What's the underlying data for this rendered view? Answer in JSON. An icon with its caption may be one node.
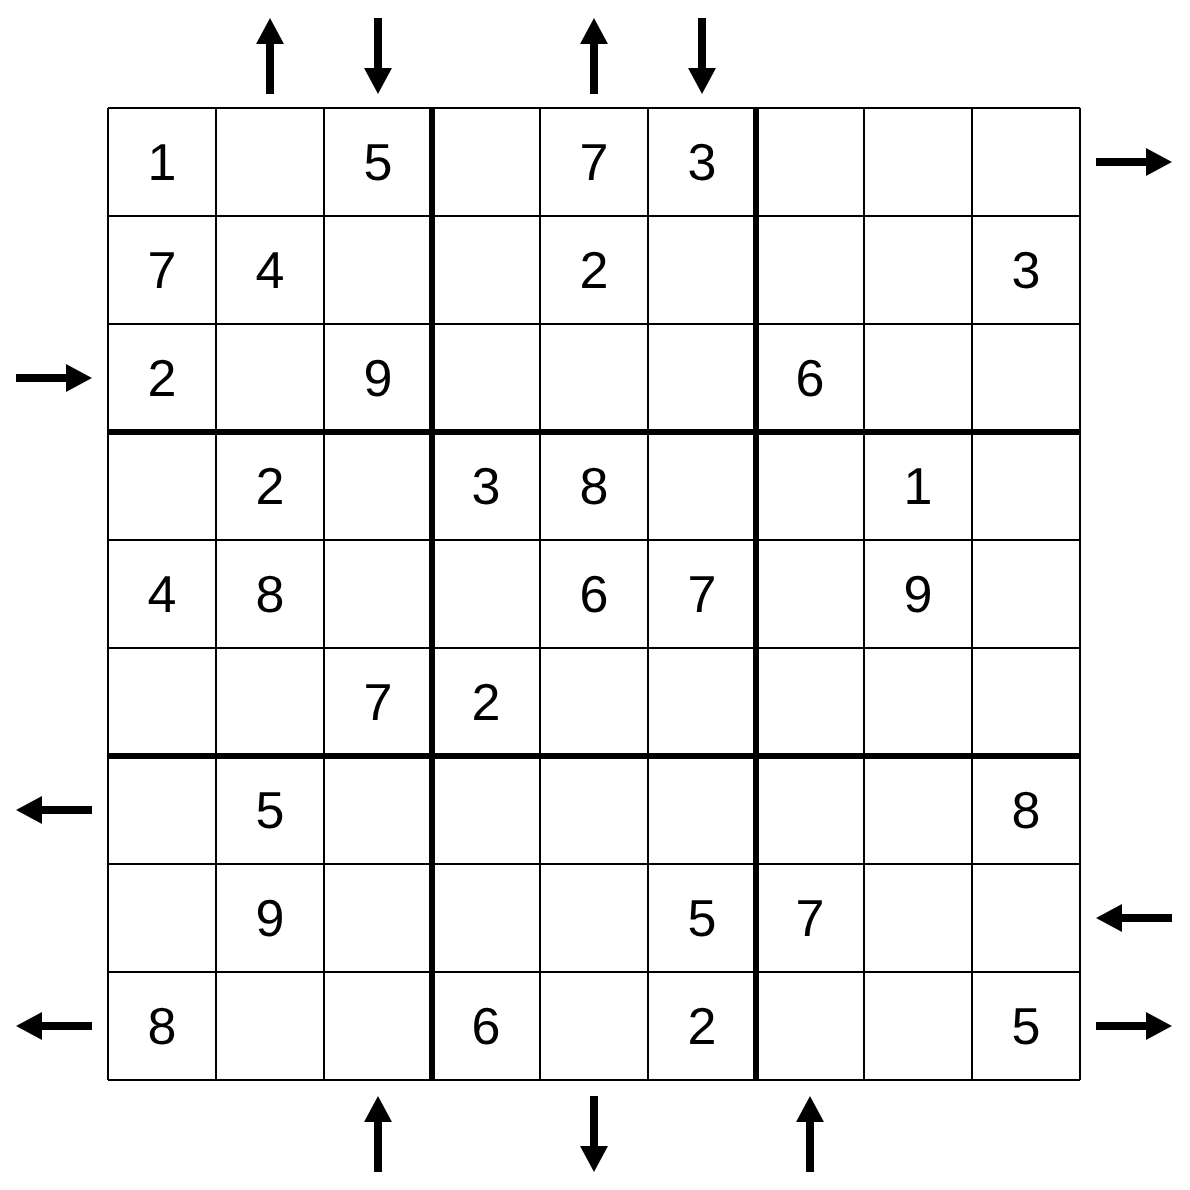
{
  "diagram": {
    "labels": [
      "1",
      "5",
      "7",
      "3",
      "7",
      "4",
      "2",
      "3",
      "2",
      "9",
      "6",
      "2",
      "3",
      "8",
      "1",
      "4",
      "8",
      "6",
      "7",
      "9",
      "7",
      "2",
      "5",
      "8",
      "9",
      "5",
      "7",
      "8",
      "6",
      "2",
      "5"
    ]
  }
}
